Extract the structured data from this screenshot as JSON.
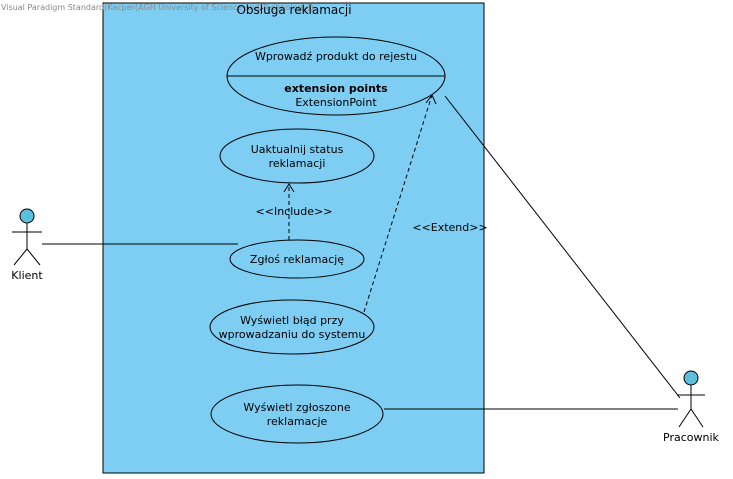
{
  "watermark": "Visual Paradigm Standard(Kacper(AGH University of Science and Technology))",
  "system": {
    "title": "Obsługa reklamacji",
    "fill": "#7ecef4"
  },
  "actors": {
    "client": {
      "label": "Klient",
      "head_color": "#5bc0de"
    },
    "employee": {
      "label": "Pracownik",
      "head_color": "#5bc0de"
    }
  },
  "use_cases": {
    "register_product": {
      "name": "Wprowadź produkt do rejestu",
      "ext_heading": "extension points",
      "ext_point": "ExtensionPoint"
    },
    "update_status": {
      "line1": "Uaktualnij status",
      "line2": "reklamacji"
    },
    "report_complaint": {
      "name": "Zgłoś reklamację"
    },
    "show_error": {
      "line1": "Wyświetl błąd przy",
      "line2": "wprowadzaniu do systemu"
    },
    "show_reported": {
      "line1": "Wyświetl zgłoszone",
      "line2": "reklamacje"
    }
  },
  "stereotypes": {
    "include": "<<Include>>",
    "extend": "<<Extend>>"
  }
}
